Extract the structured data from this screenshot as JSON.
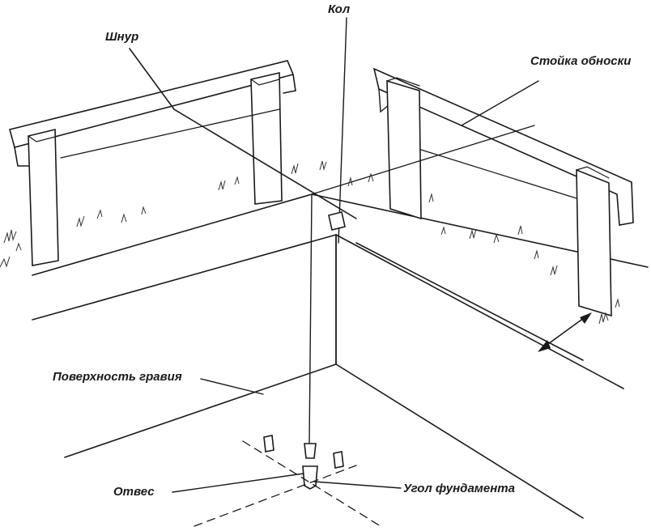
{
  "labels": {
    "stake": "Кол",
    "cord": "Шнур",
    "batter_post": "Стойка обноски",
    "gravel_surface": "Поверхность гравия",
    "plumb": "Отвес",
    "foundation_corner": "Угол фундамента"
  },
  "colors": {
    "ink": "#1a1a1a",
    "background": "#ffffff"
  }
}
